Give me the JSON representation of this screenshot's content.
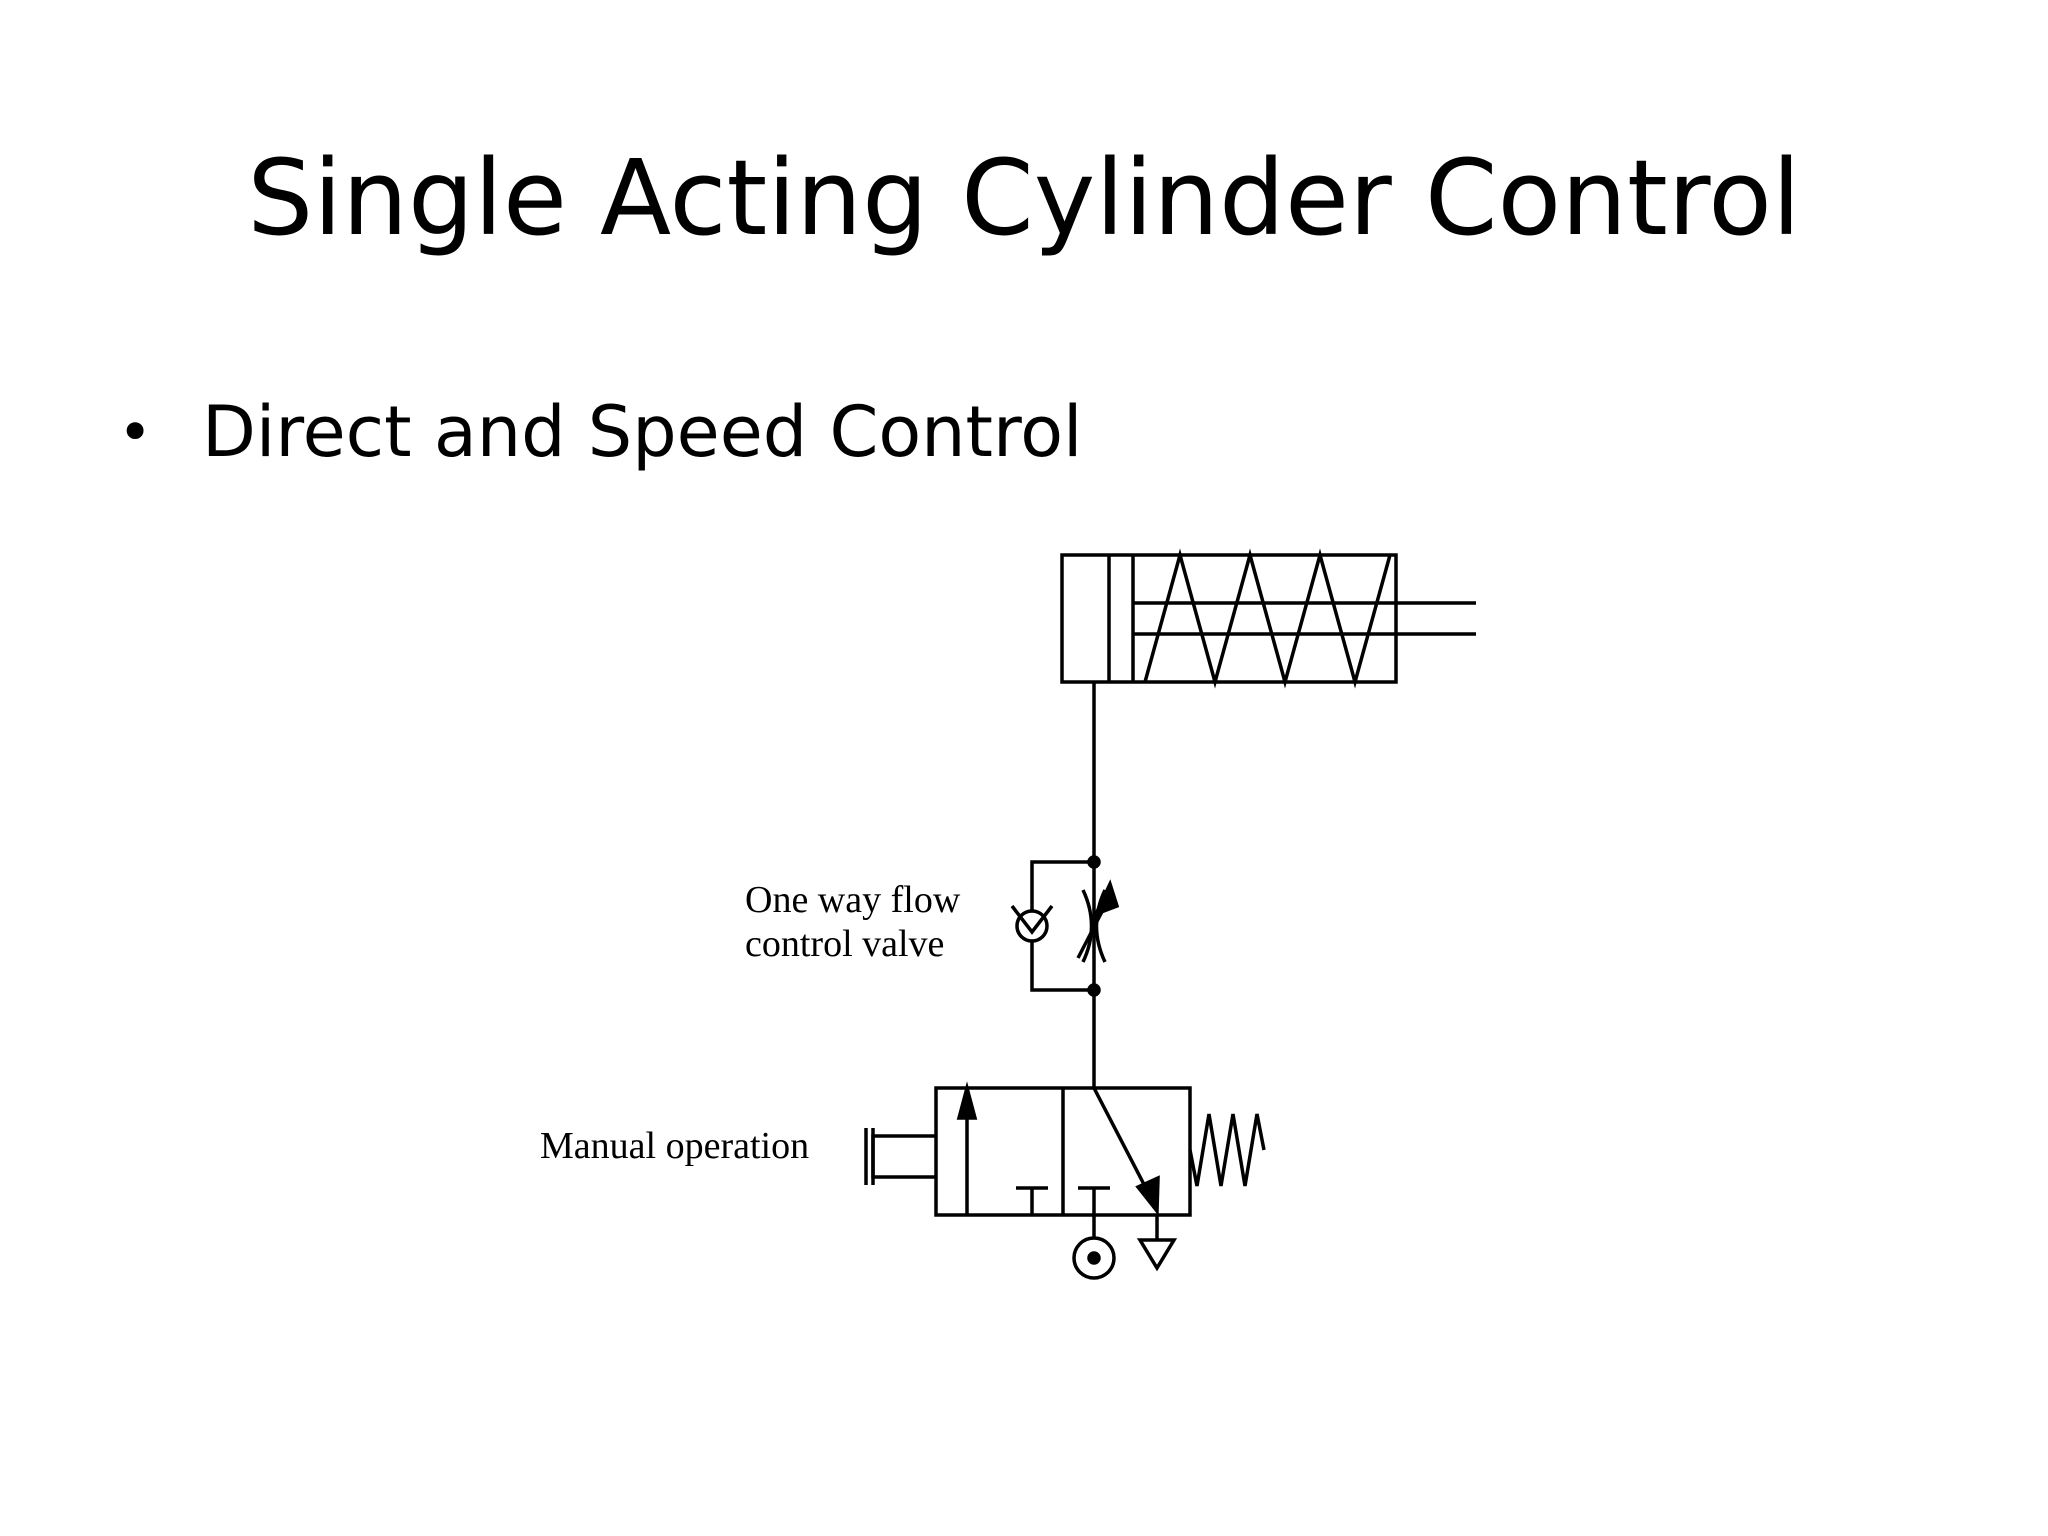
{
  "slide": {
    "title": "Single Acting Cylinder Control",
    "bullets": [
      {
        "text": "Direct and Speed Control"
      }
    ]
  },
  "diagram": {
    "labels": {
      "flow_valve_line1": "One way flow",
      "flow_valve_line2": "control valve",
      "manual": "Manual operation"
    }
  }
}
